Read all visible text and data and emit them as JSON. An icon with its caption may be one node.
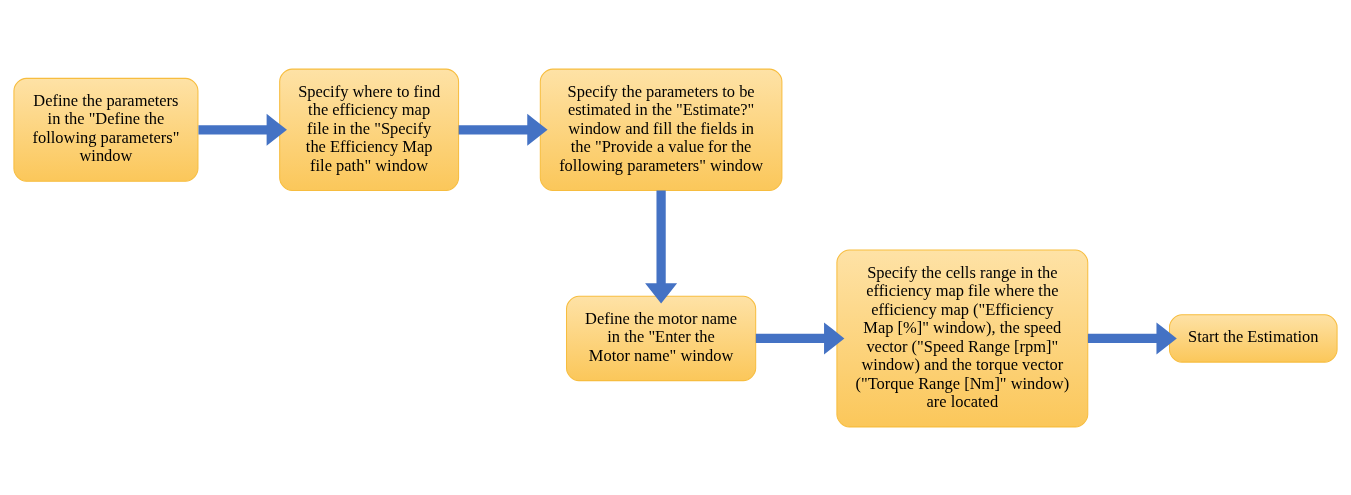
{
  "diagram": {
    "nodes": [
      {
        "text": [
          "Define the parameters in the \"Define the following parameters\" window"
        ]
      },
      {
        "text": [
          "Specify where to find the efficiency map file in the \"Specify the Efficiency Map file path\" window"
        ]
      },
      {
        "text": [
          "Specify the parameters to be estimated in the \"Estimate?\" window and fill the fields in the \"Provide a value for the following parameters\" window"
        ]
      },
      {
        "text": [
          "Define the motor name in the \"Enter the Motor name\" window"
        ]
      },
      {
        "text": [
          "Specify the cells range in the efficiency map file where the efficiency map (\"Efficiency Map [%]\" window), the speed vector (\"Speed Range [rpm]\" window) and the torque vector (\"Torque Range [Nm]\" window) are located"
        ]
      },
      {
        "text": [
          "Start the Estimation"
        ]
      }
    ],
    "edges": [
      {
        "from": 0,
        "to": 1,
        "arrow": "to"
      },
      {
        "from": 1,
        "to": 2,
        "arrow": "to"
      },
      {
        "from": 2,
        "to": 3,
        "arrow": "to"
      },
      {
        "from": 3,
        "to": 4,
        "arrow": "to"
      },
      {
        "from": 4,
        "to": 5,
        "arrow": "to"
      }
    ]
  }
}
